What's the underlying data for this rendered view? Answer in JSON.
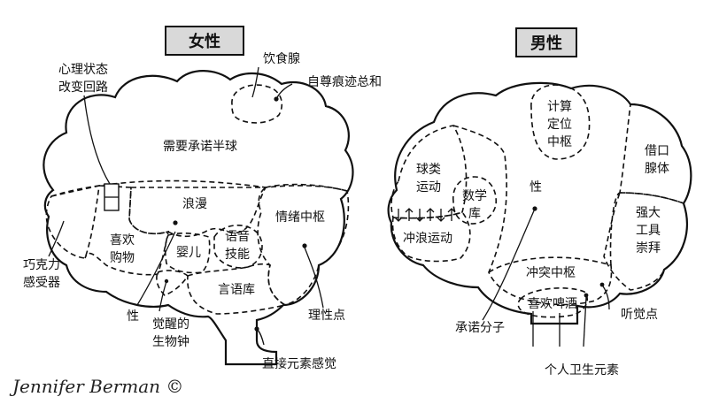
{
  "female": {
    "title": "女性",
    "regions": {
      "appetite_gland": "饮食腺",
      "self_esteem": "自尊痕迹总和",
      "mood_loop_line1": "心理状态",
      "mood_loop_line2": "改变回路",
      "commitment": "需要承诺半球",
      "romance": "浪漫",
      "emotion_center": "情绪中枢",
      "shopping_line1": "喜欢",
      "shopping_line2": "购物",
      "baby": "婴儿",
      "voice_line1": "语音",
      "voice_line2": "技能",
      "language": "言语库",
      "chocolate_line1": "巧克力",
      "chocolate_line2": "感受器",
      "sex": "性",
      "clock_line1": "觉醒的",
      "clock_line2": "生物钟",
      "reason": "理性点",
      "elements": "直接元素感觉"
    }
  },
  "male": {
    "title": "男性",
    "regions": {
      "compute_line1": "计算",
      "compute_line2": "定位",
      "compute_line3": "中枢",
      "ball_line1": "球类",
      "ball_line2": "运动",
      "math_line1": "数学",
      "math_line2": "库",
      "sex": "性",
      "excuse_line1": "借口",
      "excuse_line2": "腺体",
      "surf": "冲浪运动",
      "tools_line1": "强大",
      "tools_line2": "工具",
      "tools_line3": "崇拜",
      "conflict": "冲突中枢",
      "beer": "喜欢啤酒",
      "commitment_molecule": "承诺分子",
      "hearing": "听觉点",
      "hygiene": "个人卫生元素"
    }
  },
  "signature": "Jennifer Berman ©"
}
